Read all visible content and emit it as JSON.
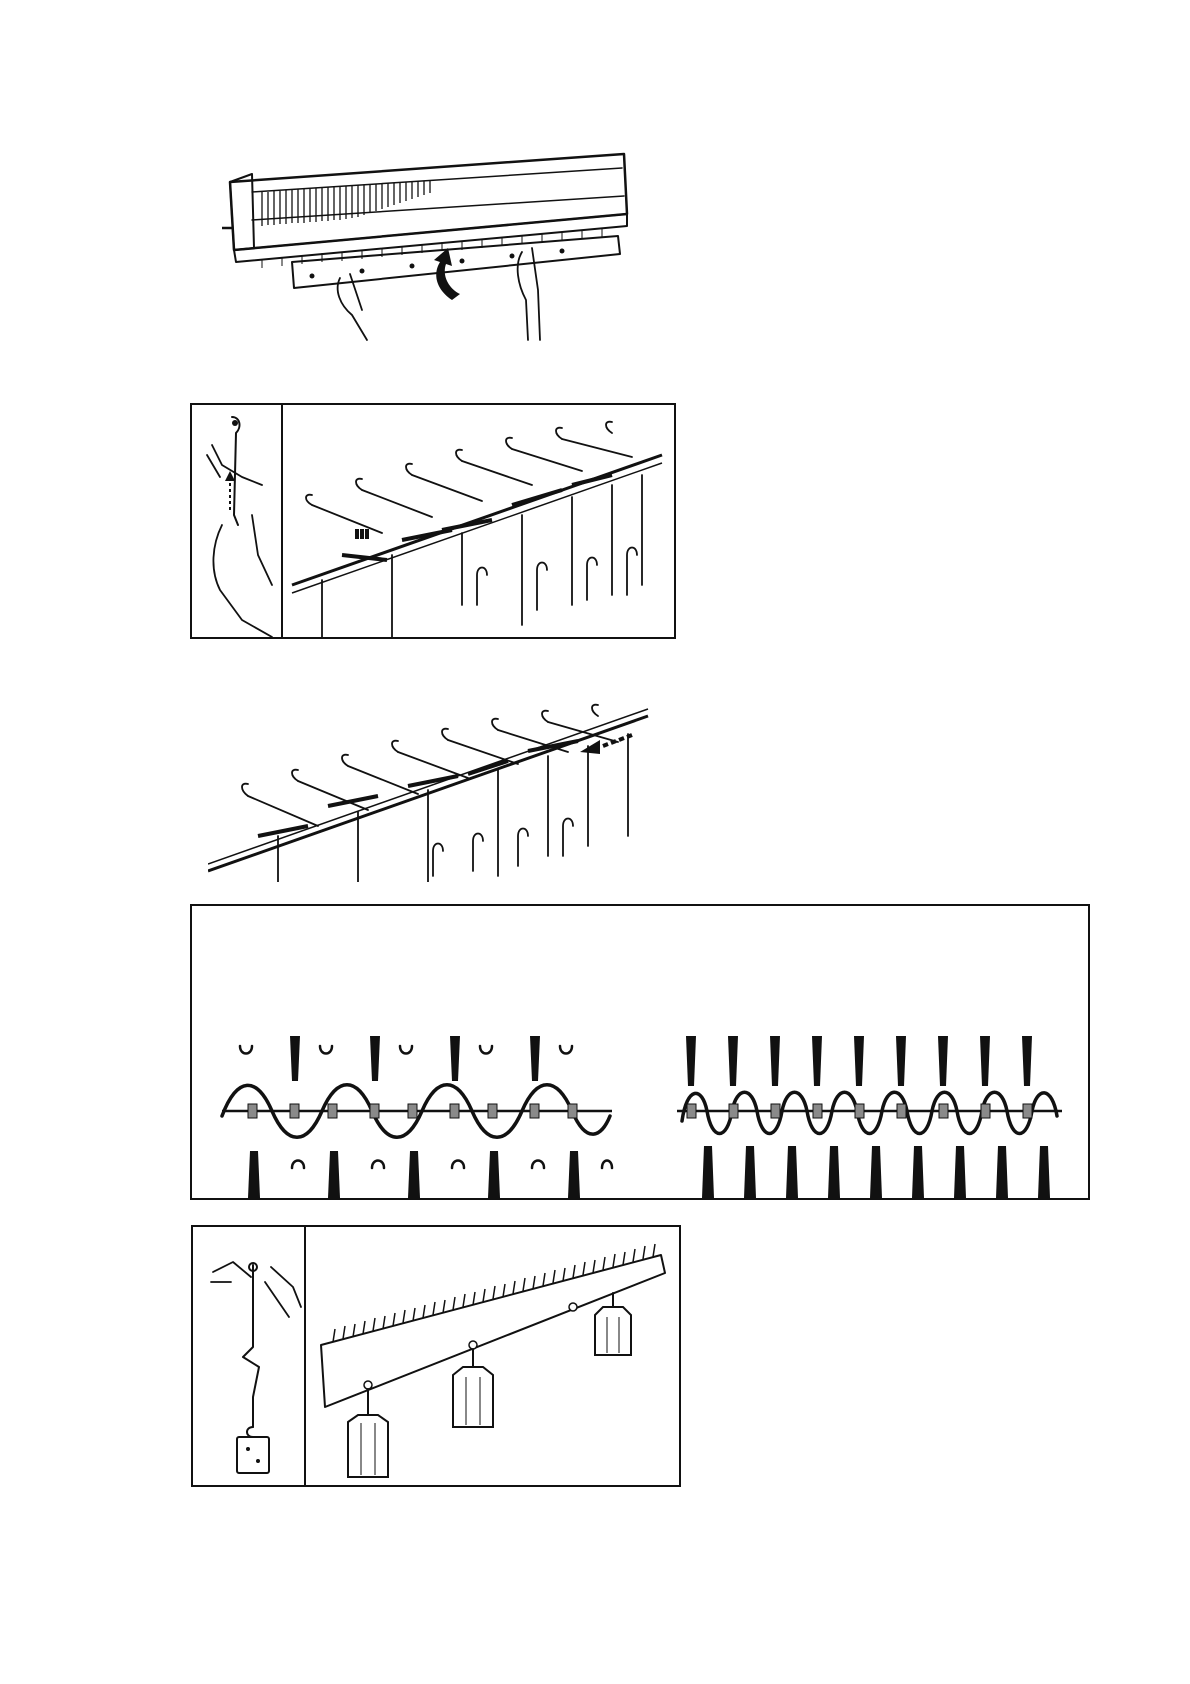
{
  "page": {
    "background": "#ffffff",
    "ink_color": "#111111"
  },
  "figures": [
    {
      "id": "fig-1",
      "icon": "cast-on-comb-attach-illustration"
    },
    {
      "id": "fig-2",
      "icon": "cast-on-comb-insert-illustration"
    },
    {
      "id": "fig-3",
      "icon": "cast-on-comb-wire-illustration"
    },
    {
      "id": "fig-4",
      "icon": "needle-arrangement-diagram"
    },
    {
      "id": "fig-5",
      "icon": "cast-on-comb-weights-illustration"
    }
  ]
}
